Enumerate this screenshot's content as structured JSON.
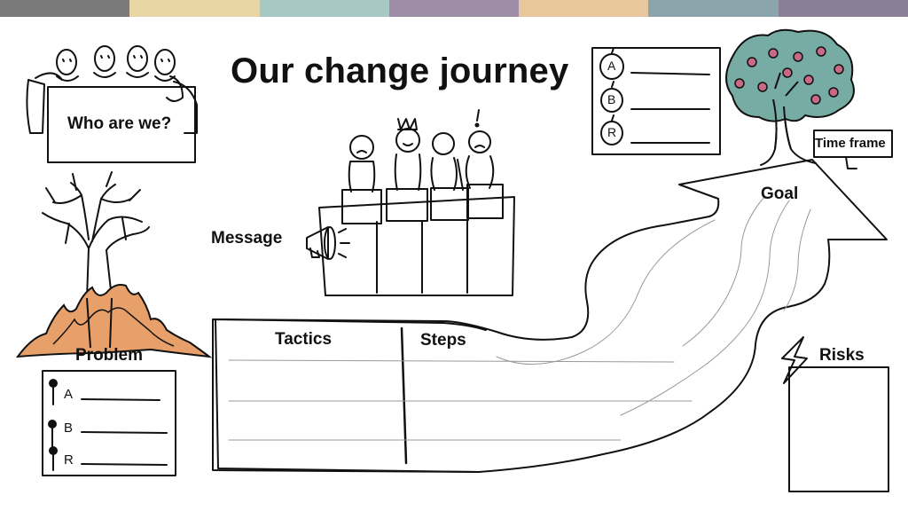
{
  "title": "Our change journey",
  "labels": {
    "who": "Who are we?",
    "message": "Message",
    "problem": "Problem",
    "tactics": "Tactics",
    "steps": "Steps",
    "goal": "Goal",
    "time_frame": "Time frame",
    "risks": "Risks"
  },
  "problem_list": [
    "A",
    "B",
    "R"
  ],
  "goal_list": [
    "A",
    "B",
    "R"
  ],
  "colors": {
    "topbar": [
      "#7a7a7a",
      "#e8d6a6",
      "#a7c9c3",
      "#9e8da6",
      "#e8c79c",
      "#8ca5ad",
      "#8a7f96"
    ],
    "fire": "#e8a06a",
    "tree_foliage": "#76aca4",
    "apple": "#c86a86"
  }
}
